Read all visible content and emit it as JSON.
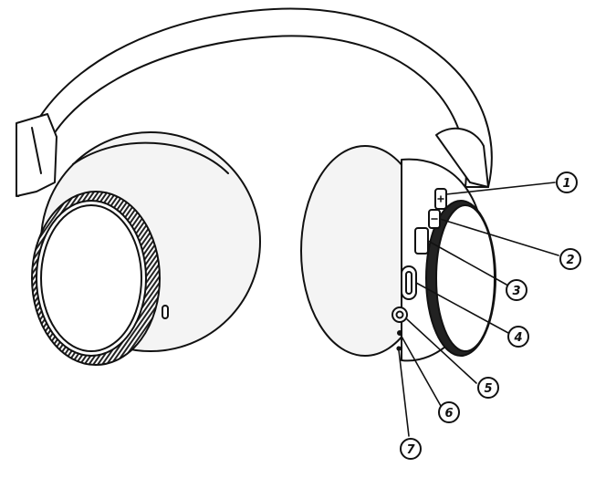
{
  "callouts": [
    {
      "label": "1"
    },
    {
      "label": "2"
    },
    {
      "label": "3"
    },
    {
      "label": "4"
    },
    {
      "label": "5"
    },
    {
      "label": "6"
    },
    {
      "label": "7"
    }
  ],
  "colors": {
    "line": "#111111",
    "background": "#ffffff",
    "cushion_shade": "#f4f4f4",
    "texture": "#222222"
  }
}
